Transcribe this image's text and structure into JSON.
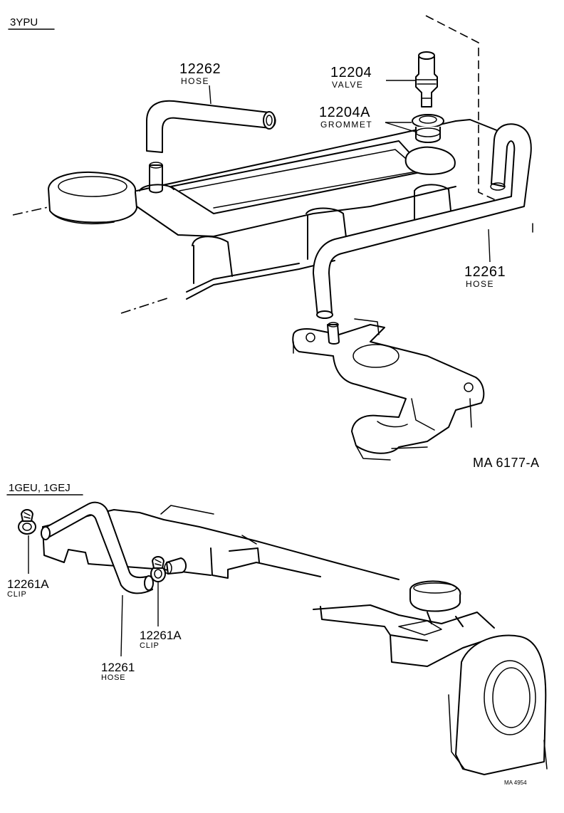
{
  "sections": {
    "top": {
      "label": "3YPU"
    },
    "bottom": {
      "label": "1GEU, 1GEJ"
    }
  },
  "parts": {
    "hose_12262": {
      "number": "12262",
      "name": "HOSE"
    },
    "valve_12204": {
      "number": "12204",
      "name": "VALVE"
    },
    "grommet_12204a": {
      "number": "12204A",
      "name": "GROMMET"
    },
    "hose_12261_top": {
      "number": "12261",
      "name": "HOSE"
    },
    "clip_12261a_left": {
      "number": "12261A",
      "name": "CLIP"
    },
    "clip_12261a_right": {
      "number": "12261A",
      "name": "CLIP"
    },
    "hose_12261_bottom": {
      "number": "12261",
      "name": "HOSE"
    }
  },
  "figure_codes": {
    "top": "MA 6177-A",
    "bottom": "MA 4954"
  }
}
